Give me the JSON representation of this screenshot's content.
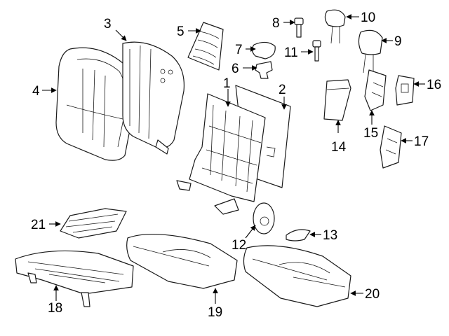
{
  "colors": {
    "line": "#1a1a1a",
    "background": "#ffffff"
  },
  "callouts": [
    {
      "id": "c1",
      "label": "1"
    },
    {
      "id": "c2",
      "label": "2"
    },
    {
      "id": "c3",
      "label": "3"
    },
    {
      "id": "c4",
      "label": "4"
    },
    {
      "id": "c5",
      "label": "5"
    },
    {
      "id": "c6",
      "label": "6"
    },
    {
      "id": "c7",
      "label": "7"
    },
    {
      "id": "c8",
      "label": "8"
    },
    {
      "id": "c9",
      "label": "9"
    },
    {
      "id": "c10",
      "label": "10"
    },
    {
      "id": "c11",
      "label": "11"
    },
    {
      "id": "c12",
      "label": "12"
    },
    {
      "id": "c13",
      "label": "13"
    },
    {
      "id": "c14",
      "label": "14"
    },
    {
      "id": "c15",
      "label": "15"
    },
    {
      "id": "c16",
      "label": "16"
    },
    {
      "id": "c17",
      "label": "17"
    },
    {
      "id": "c18",
      "label": "18"
    },
    {
      "id": "c19",
      "label": "19"
    },
    {
      "id": "c20",
      "label": "20"
    },
    {
      "id": "c21",
      "label": "21"
    }
  ]
}
